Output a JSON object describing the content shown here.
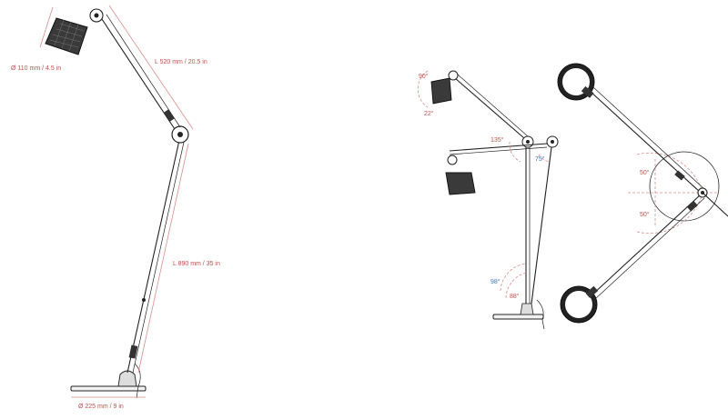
{
  "colors": {
    "dimension": "#c0504d",
    "angle_blue": "#3c78b4",
    "line": "#222222",
    "guide": "#d98c8c"
  },
  "dimensions": {
    "shade_diameter": "Ø 110 mm / 4.5 in",
    "upper_arm_length": "L 520 mm / 20.5 in",
    "lower_arm_length": "L 890 mm / 35 in",
    "base_diameter": "Ø 225 mm / 9 in"
  },
  "angles": {
    "head_up": "90°",
    "head_down": "22°",
    "elbow_red": "135°",
    "elbow_blue": "75°",
    "base_blue": "98°",
    "base_red": "88°",
    "pivot_top": "50°",
    "pivot_bottom": "50°"
  }
}
